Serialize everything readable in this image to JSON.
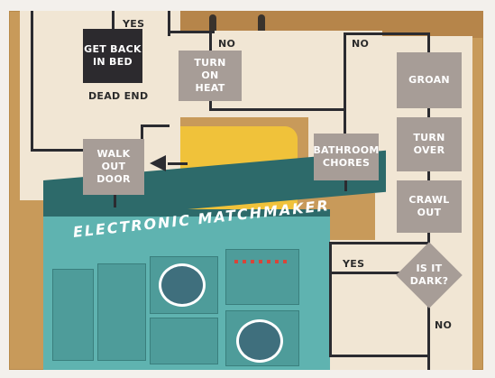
{
  "boxes": {
    "get_back_in_bed": "GET BACK\nIN BED",
    "turn_on_heat": "TURN\nON\nHEAT",
    "groan": "GROAN",
    "walk_out_door": "WALK\nOUT\nDOOR",
    "bathroom_chores": "BATHROOM\nCHORES",
    "turn_over": "TURN\nOVER",
    "crawl_out": "CRAWL\nOUT",
    "is_it_dark": "IS IT\nDARK?"
  },
  "labels": {
    "yes_top": "YES",
    "no_heat": "NO",
    "no_top_right": "NO",
    "dead_end": "DEAD END",
    "yes_dark": "YES",
    "no_bottom": "NO"
  },
  "machine": {
    "title": "ELECTRONIC MATCHMAKER"
  },
  "colors": {
    "paper": "#f1e6d4",
    "box_gray": "#a79d97",
    "box_dark": "#2c2a2e",
    "machine_teal": "#5fb3b0",
    "wall_yellow": "#f0c23a",
    "card_edge": "#c89a5a"
  }
}
